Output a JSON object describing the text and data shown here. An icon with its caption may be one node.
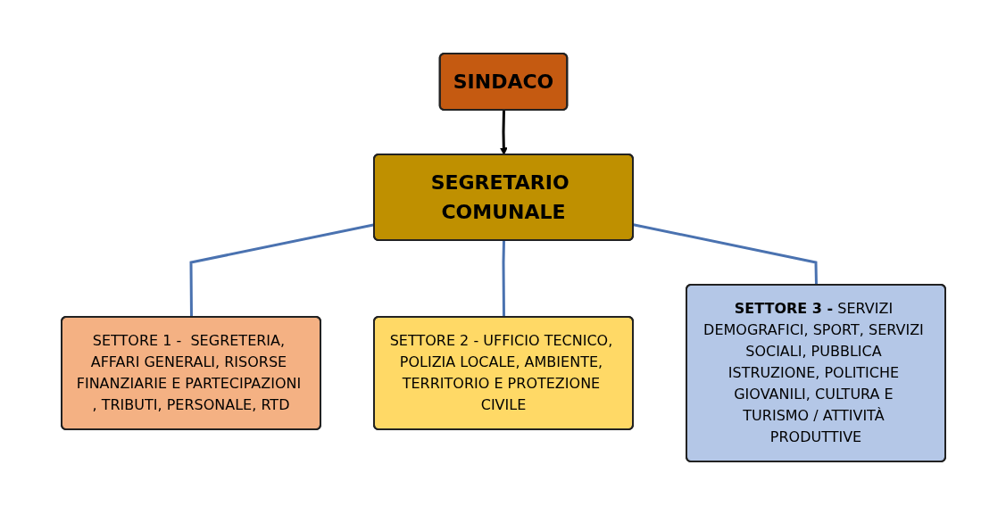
{
  "diagram": {
    "nodes": [
      {
        "text": [
          "SINDACO"
        ]
      },
      {
        "text": [
          "SEGRETARIO COMUNALE"
        ]
      },
      {
        "text": [
          "SETTORE 1 -  SEGRETERIA, AFFARI GENERALI, RISORSE FINANZIARIE E PARTECIPAZIONI , TRIBUTI, PERSONALE, RTD"
        ]
      },
      {
        "text": [
          "**SETTORE 3 -** SERVIZI DEMOGRAFICI, SPORT, SERVIZI SOCIALI, PUBBLICA ISTRUZIONE, POLITICHE GIOVANILI, CULTURA E TURISMO / ATTIVITÀ PRODUTTIVE"
        ]
      },
      {
        "text": [
          "SETTORE 2 - UFFICIO TECNICO, POLIZIA LOCALE, AMBIENTE, TERRITORIO E PROTEZIONE CIVILE"
        ]
      }
    ],
    "edges": [
      {
        "from": 0,
        "to": 1,
        "arrow": "to",
        "color": "#000000"
      },
      {
        "from": 1,
        "to": 2,
        "arrow": "none"
      },
      {
        "from": 1,
        "to": 4,
        "arrow": "none"
      },
      {
        "from": 1,
        "to": 3,
        "arrow": "none"
      }
    ]
  }
}
